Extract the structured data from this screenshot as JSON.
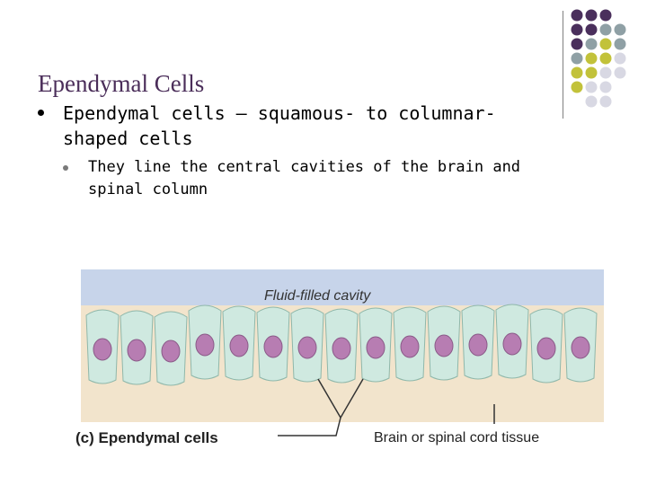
{
  "slide": {
    "title": "Ependymal Cells",
    "bullets": [
      {
        "text": "Ependymal cells – squamous- to columnar-shaped cells"
      }
    ],
    "sub_bullets": [
      {
        "text": "They line the central cavities of the brain and spinal column"
      }
    ]
  },
  "figure": {
    "cavity_label": "Fluid-filled cavity",
    "part_label": "(c) Ependymal cells",
    "tissue_label": "Brain or spinal cord tissue"
  },
  "colors": {
    "title": "#4b2e5a",
    "dot_purple": "#4a2f5c",
    "dot_gray": "#8fa0a5",
    "dot_olive": "#c2c23a",
    "dot_light": "#d8d8e3",
    "cavity": "#c5d3ea",
    "cell": "#cfe9e0",
    "nucleus": "#b77db2",
    "tissue": "#f4e6d0"
  }
}
